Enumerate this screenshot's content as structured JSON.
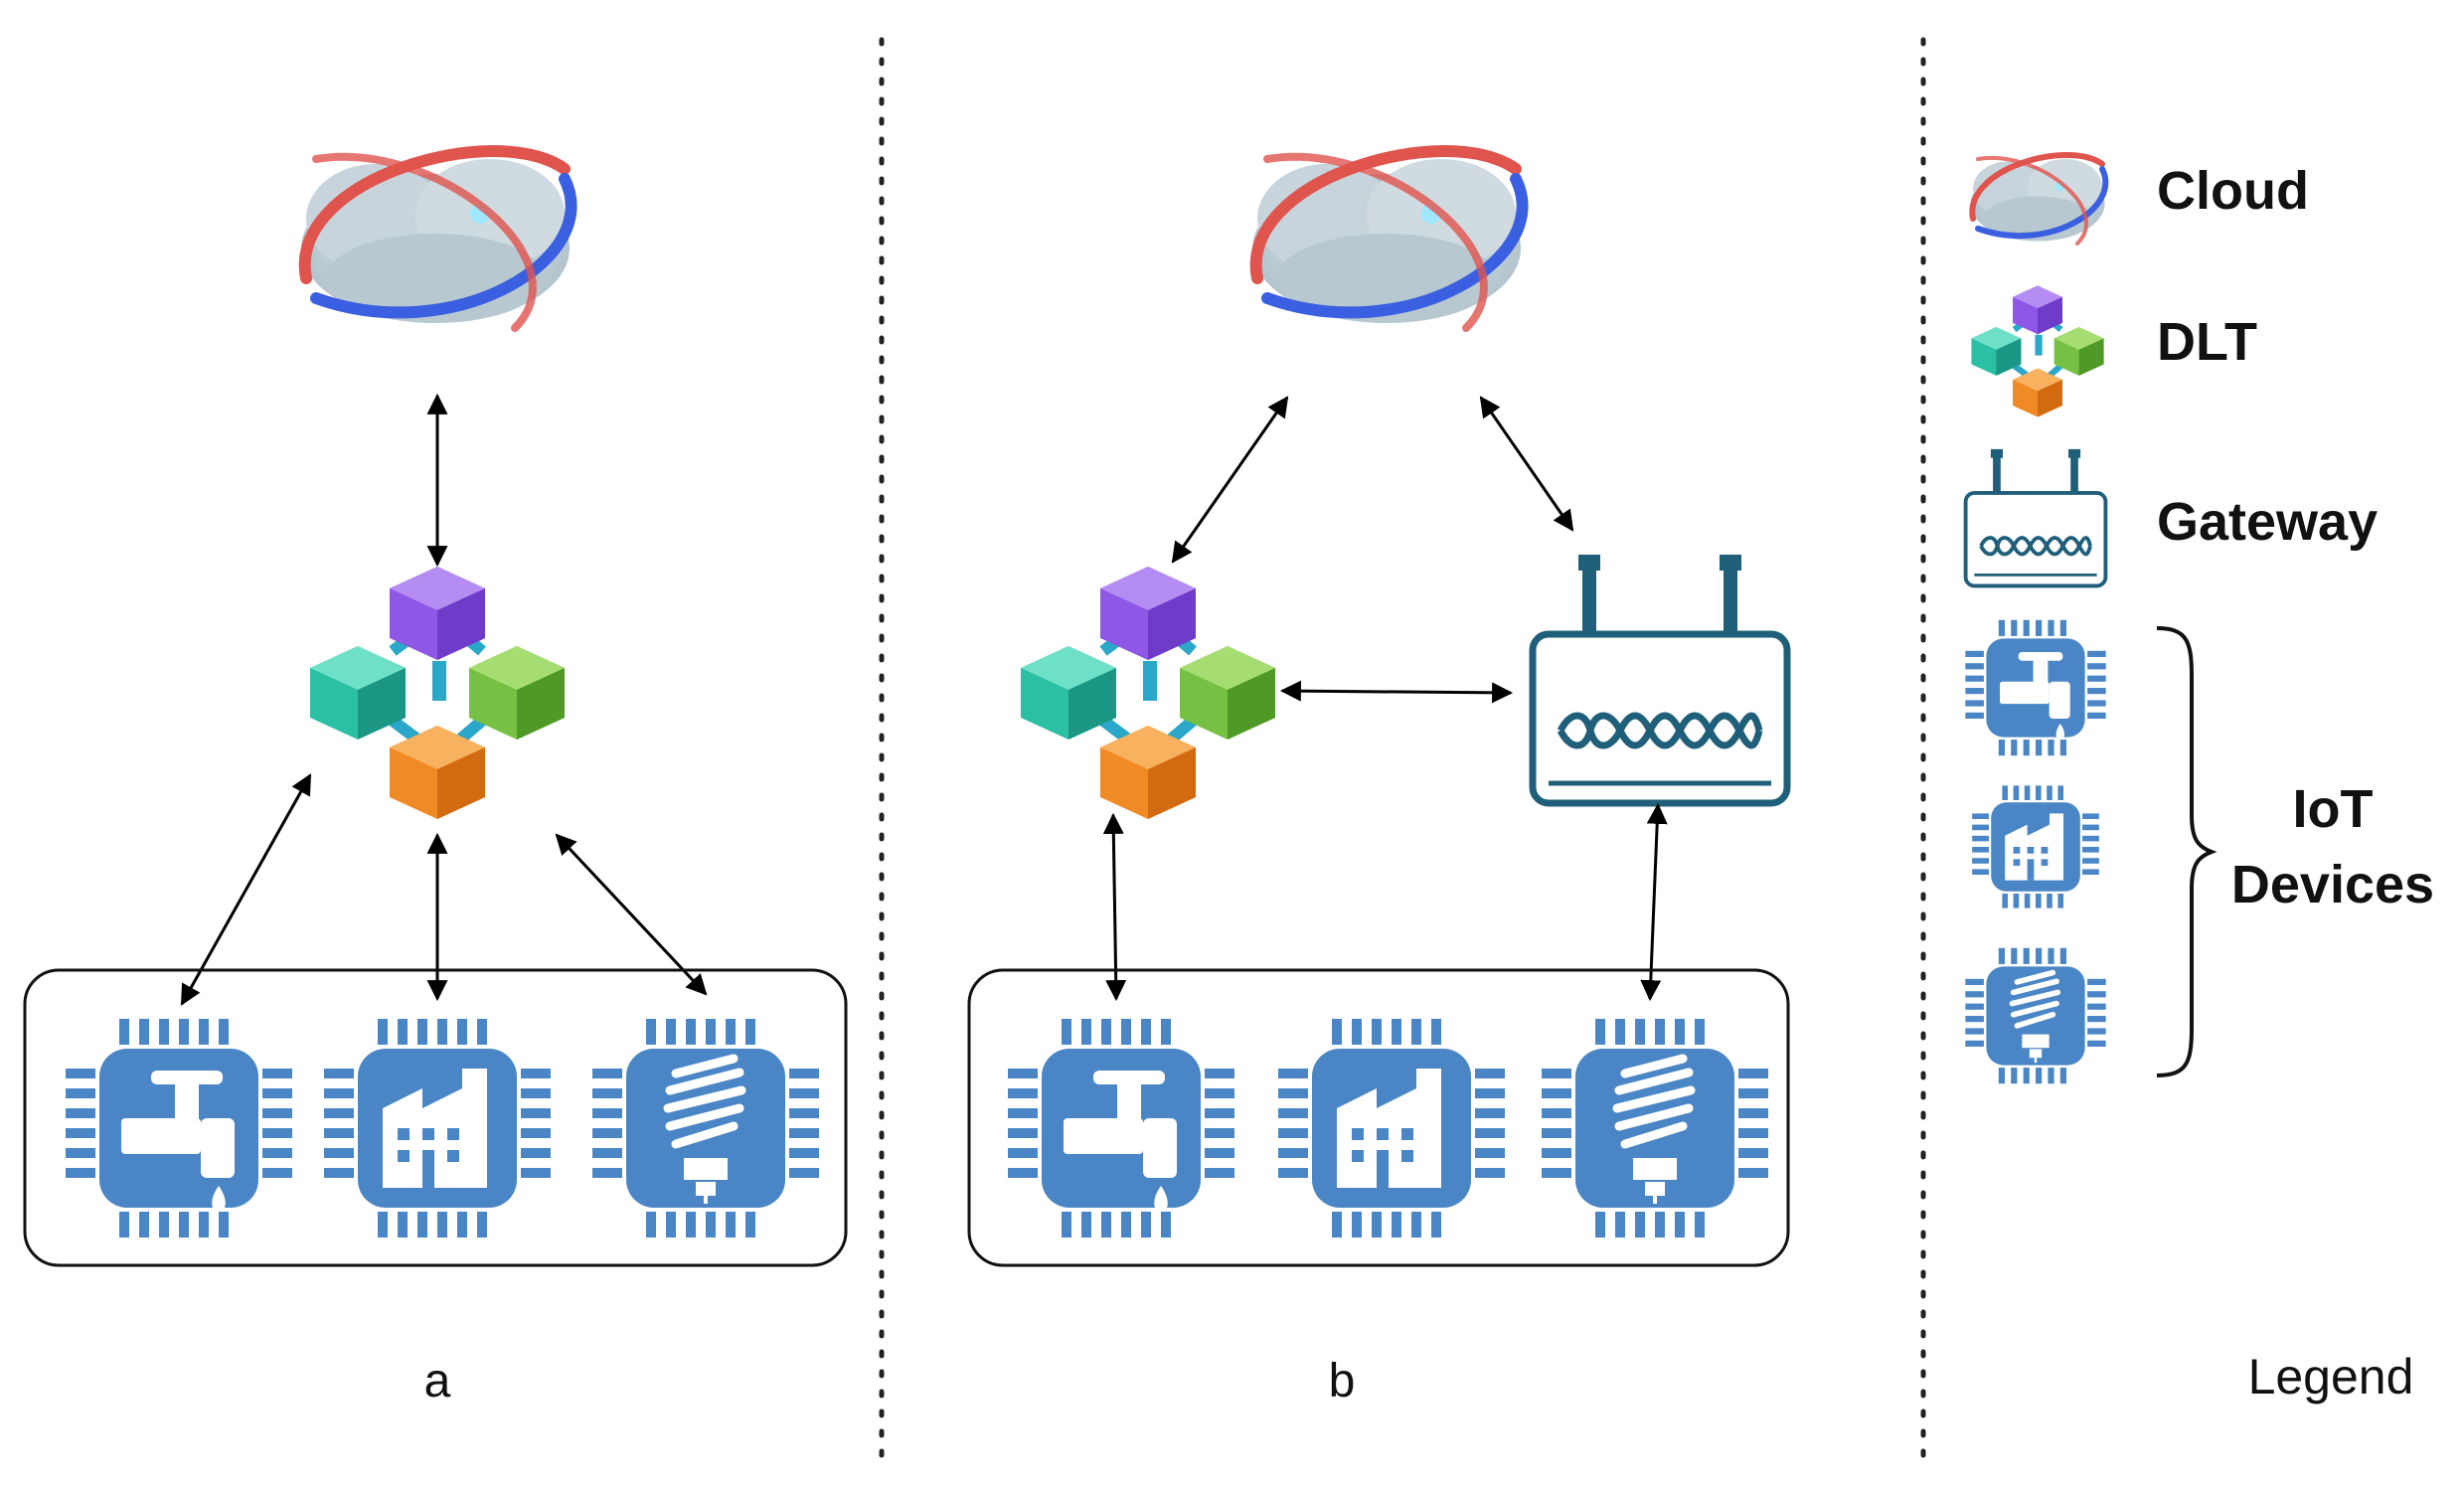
{
  "panels": {
    "a": {
      "label": "a"
    },
    "b": {
      "label": "b"
    }
  },
  "legend": {
    "title": "Legend",
    "items": {
      "cloud": "Cloud",
      "dlt": "DLT",
      "gateway": "Gateway",
      "iot_line1": "IoT",
      "iot_line2": "Devices"
    }
  },
  "icons": {
    "cloud": "cloud-icon",
    "dlt": "dlt-blockchain-icon",
    "gateway": "gateway-router-icon",
    "iot_tap": "iot-water-tap-chip-icon",
    "iot_factory": "iot-factory-chip-icon",
    "iot_bulb": "iot-light-bulb-chip-icon"
  },
  "colors": {
    "chip": "#4a86c5",
    "dlt_purple": "#8e57e6",
    "dlt_teal": "#2bbfa4",
    "dlt_green": "#76c043",
    "dlt_orange": "#f08a24",
    "gateway": "#1f5f7a",
    "cloud_red": "#e0544e",
    "cloud_blue": "#3a5fe0"
  }
}
